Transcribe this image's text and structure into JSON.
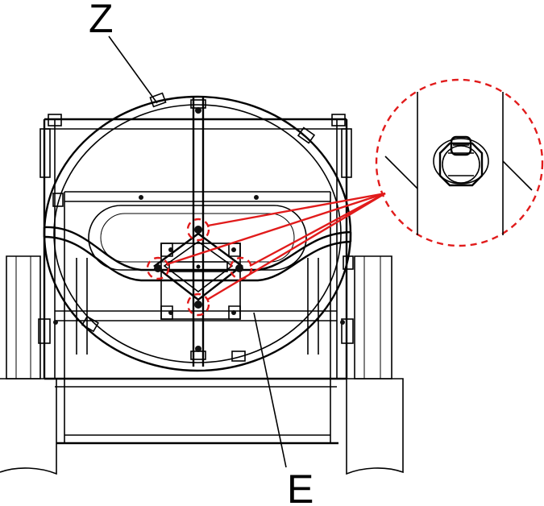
{
  "labels": {
    "ring": "Z",
    "frame": "E"
  },
  "colors": {
    "highlight": "#e11b1b",
    "line": "#000000",
    "background": "#ffffff"
  },
  "bolts": [
    "bolt-top",
    "bolt-left",
    "bolt-right",
    "bolt-bottom"
  ]
}
